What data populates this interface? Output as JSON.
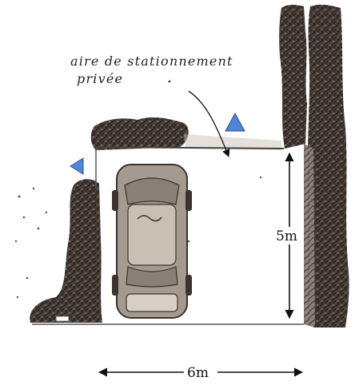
{
  "annotation": {
    "line1": "aire de stationnement",
    "line2": "privée"
  },
  "dimensions": {
    "depth": "5m",
    "width": "6m"
  },
  "colors": {
    "hedge_dark": "#3a302b",
    "hedge_mid": "#6b5d55",
    "marker_blue": "#4f86d6",
    "car_body": "#a59a8f",
    "car_roof": "#c9c0b5",
    "ground_line": "#555555"
  },
  "icons": {
    "marker": "blue-triangle-marker"
  }
}
